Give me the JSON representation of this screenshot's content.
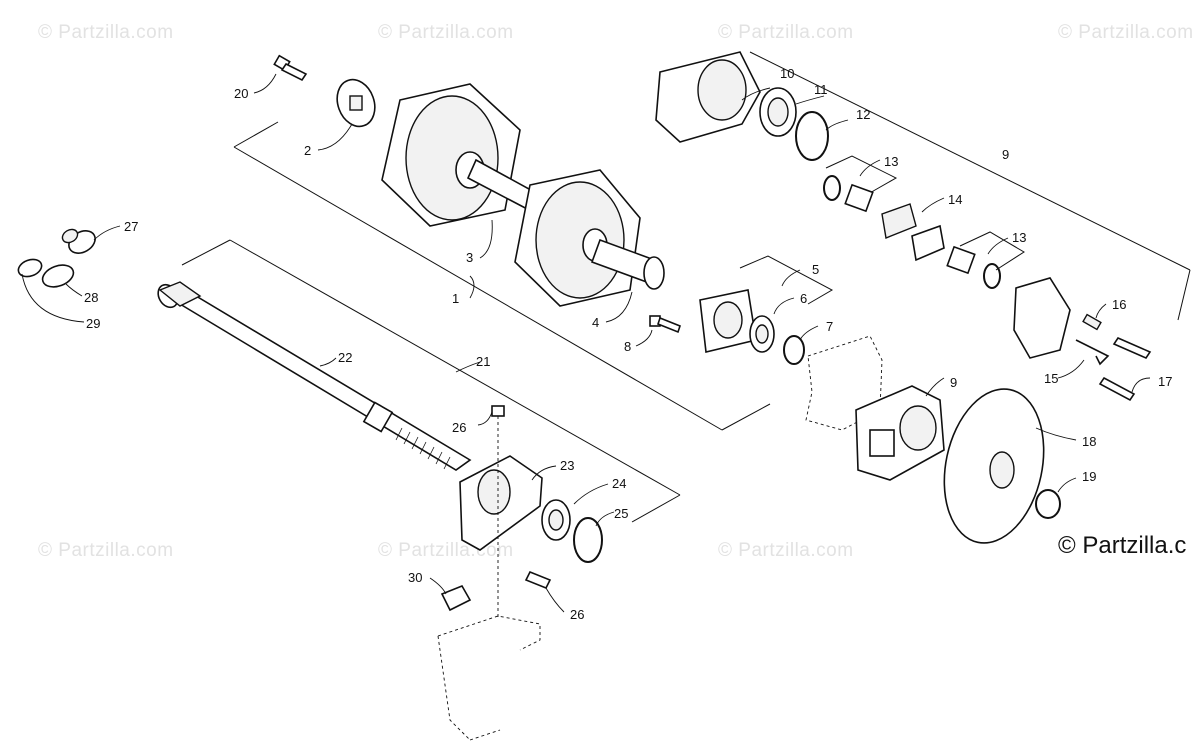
{
  "watermarks": [
    {
      "text": "© Partzilla.com"
    },
    {
      "text": "© Partzilla.com"
    },
    {
      "text": "© Partzilla.com"
    },
    {
      "text": "© Partzilla.com"
    },
    {
      "text": "© Partzilla.com"
    },
    {
      "text": "© Partzilla.com"
    },
    {
      "text": "© Partzilla.com"
    }
  ],
  "copyright": "© Partzilla.c",
  "callouts": {
    "c1": "1",
    "c2": "2",
    "c3": "3",
    "c4": "4",
    "c5": "5",
    "c6": "6",
    "c7": "7",
    "c8": "8",
    "c9a": "9",
    "c9b": "9",
    "c10": "10",
    "c11": "11",
    "c12": "12",
    "c13a": "13",
    "c13b": "13",
    "c14": "14",
    "c15": "15",
    "c16": "16",
    "c17": "17",
    "c18": "18",
    "c19": "19",
    "c20": "20",
    "c21": "21",
    "c22": "22",
    "c23": "23",
    "c24": "24",
    "c25": "25",
    "c26a": "26",
    "c26b": "26",
    "c27": "27",
    "c28": "28",
    "c29": "29",
    "c30": "30"
  }
}
